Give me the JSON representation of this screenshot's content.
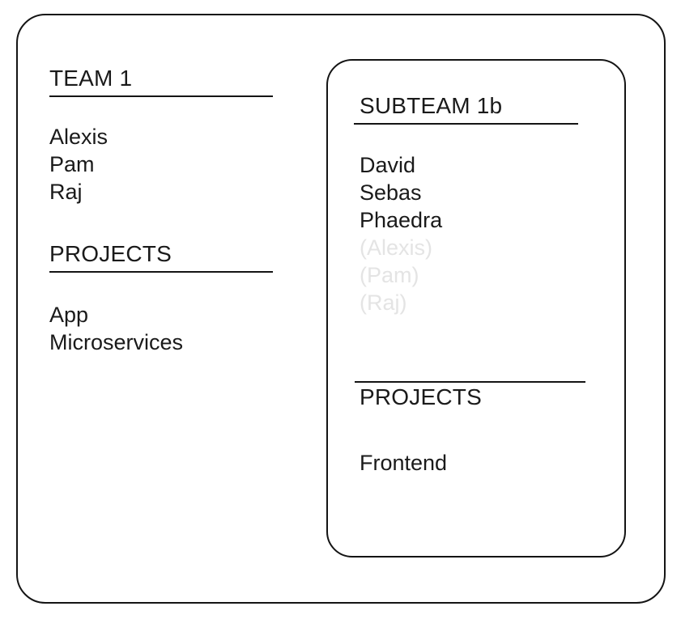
{
  "diagram": {
    "type": "nested-team-structure",
    "background_color": "#ffffff",
    "stroke_color": "#141414",
    "text_color": "#1a1a1a",
    "muted_text_color": "#e4e4e4",
    "team": {
      "title": "TEAM 1",
      "members_label": "TEAM 1",
      "members": [
        {
          "name": "Alexis",
          "muted": false
        },
        {
          "name": "Pam",
          "muted": false
        },
        {
          "name": "Raj",
          "muted": false
        }
      ],
      "projects_heading": "PROJECTS",
      "projects": [
        {
          "name": "App"
        },
        {
          "name": "Microservices"
        }
      ]
    },
    "subteam": {
      "title": "SUBTEAM 1b",
      "members": [
        {
          "name": "David",
          "muted": false
        },
        {
          "name": "Sebas",
          "muted": false
        },
        {
          "name": "Phaedra",
          "muted": false
        },
        {
          "name": "(Alexis)",
          "muted": true
        },
        {
          "name": "(Pam)",
          "muted": true
        },
        {
          "name": "(Raj)",
          "muted": true
        }
      ],
      "projects_heading": "PROJECTS",
      "projects": [
        {
          "name": "Frontend"
        }
      ]
    }
  }
}
